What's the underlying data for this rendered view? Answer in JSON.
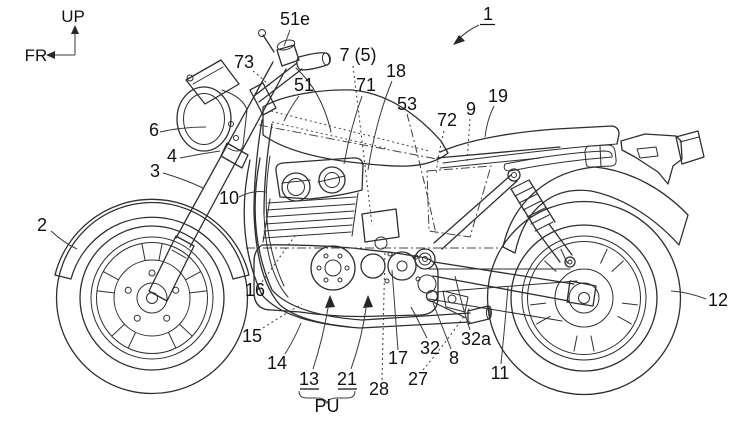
{
  "figure": {
    "kind": "patent-style motorcycle side view line drawing",
    "colors": {
      "background": "#ffffff",
      "line": "#2e2e2e",
      "label": "#121212"
    }
  },
  "orientation": {
    "up": "UP",
    "front": "FR"
  },
  "labels": {
    "fig": {
      "text": "1"
    },
    "n51e": {
      "text": "51e"
    },
    "n73": {
      "text": "73"
    },
    "n7_5": {
      "text": "7 (5)"
    },
    "n51": {
      "text": "51"
    },
    "n71": {
      "text": "71"
    },
    "n18": {
      "text": "18"
    },
    "n53": {
      "text": "53"
    },
    "n72": {
      "text": "72"
    },
    "n9": {
      "text": "9"
    },
    "n19": {
      "text": "19"
    },
    "n6": {
      "text": "6"
    },
    "n4": {
      "text": "4"
    },
    "n3": {
      "text": "3"
    },
    "n2": {
      "text": "2"
    },
    "n10": {
      "text": "10"
    },
    "n16": {
      "text": "16"
    },
    "n15": {
      "text": "15"
    },
    "n14": {
      "text": "14"
    },
    "n13": {
      "text": "13"
    },
    "n21": {
      "text": "21"
    },
    "npu": {
      "text": "PU"
    },
    "n28": {
      "text": "28"
    },
    "n17": {
      "text": "17"
    },
    "n27": {
      "text": "27"
    },
    "n32": {
      "text": "32"
    },
    "n8": {
      "text": "8"
    },
    "n32a": {
      "text": "32a"
    },
    "n11": {
      "text": "11"
    },
    "n12": {
      "text": "12"
    }
  }
}
